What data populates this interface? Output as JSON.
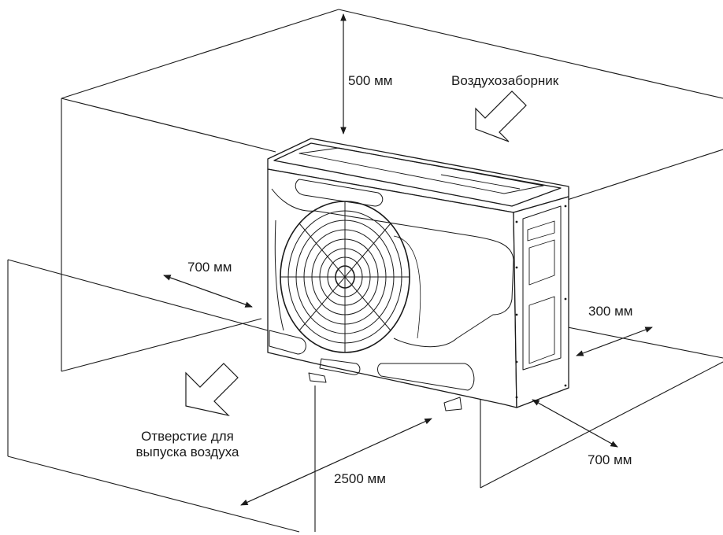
{
  "clearances": {
    "top": "500 мм",
    "left_side": "700 мм",
    "right_side": "300 мм",
    "rear": "700 мм",
    "front": "2500 мм"
  },
  "labels": {
    "air_intake": "Воздухозаборник",
    "air_outlet_line1": "Отверстие для",
    "air_outlet_line2": "выпуска воздуха"
  },
  "colors": {
    "line": "#1a1a1a",
    "background": "#ffffff"
  }
}
